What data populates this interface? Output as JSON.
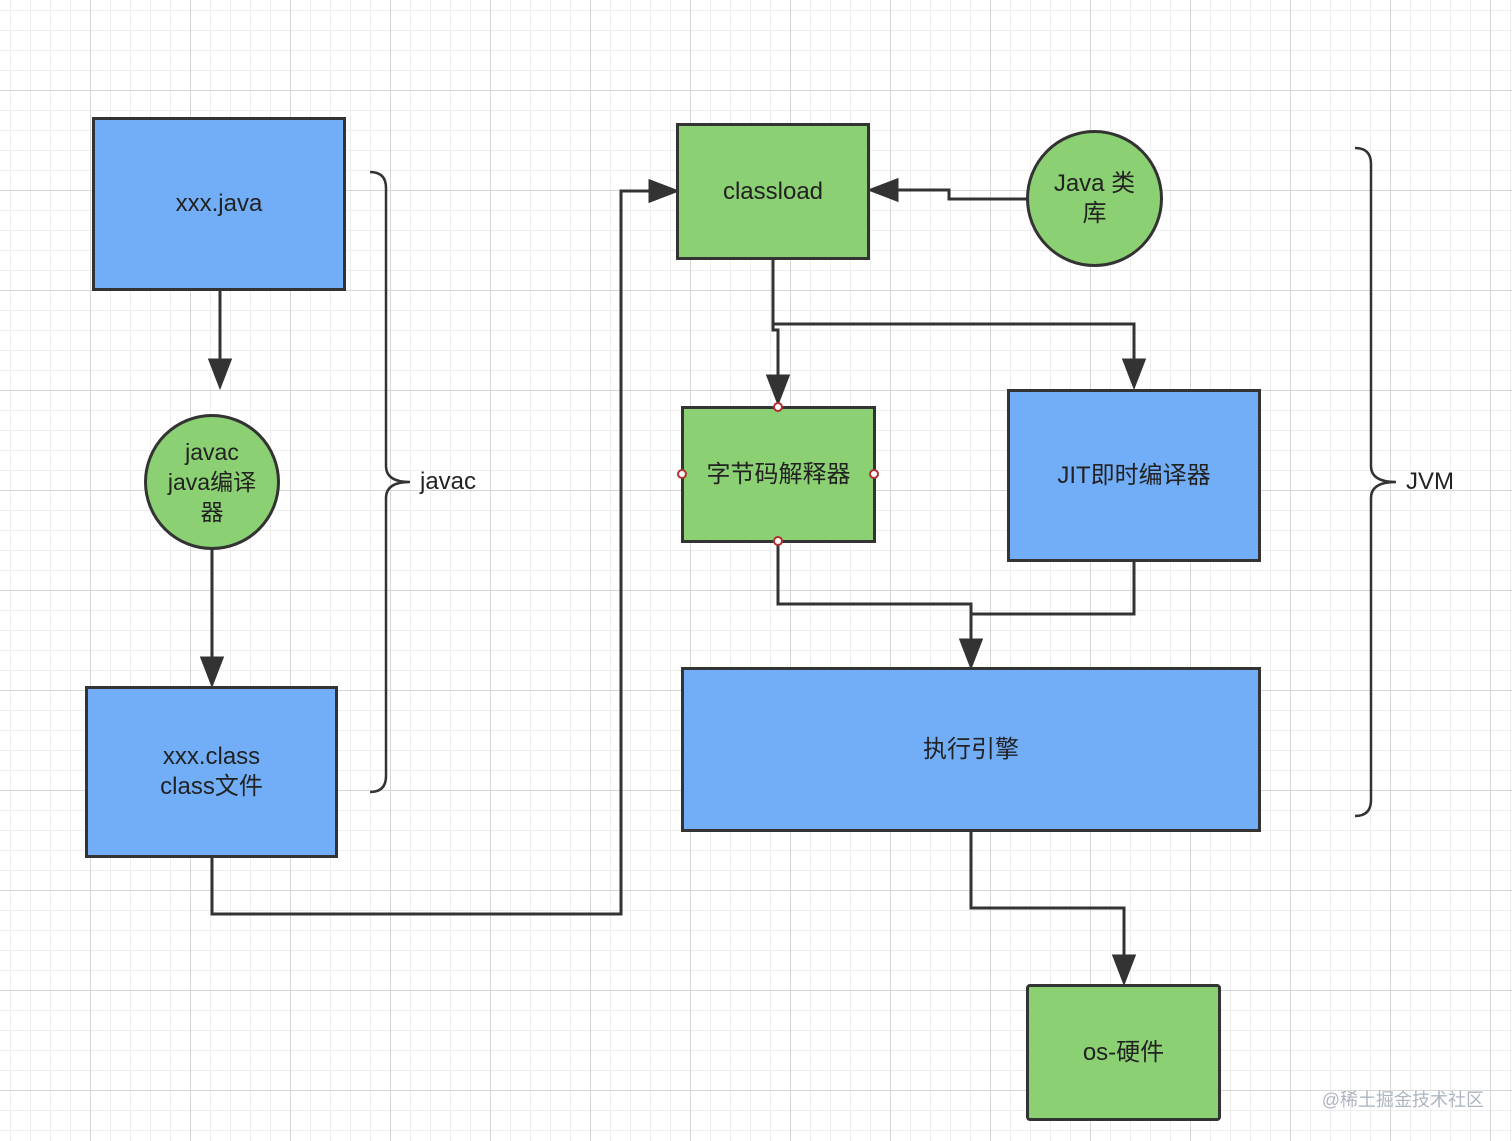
{
  "nodes": {
    "xxx_java": "xxx.java",
    "javac_compiler": "javac\njava编译\n器",
    "xxx_class": "xxx.class\nclass文件",
    "classload": "classload",
    "java_library": "Java 类\n库",
    "bytecode_interpreter": "字节码解释器",
    "jit_compiler": "JIT即时编译器",
    "execution_engine": "执行引擎",
    "os_hardware": "os-硬件"
  },
  "braces": {
    "javac_label": "javac",
    "jvm_label": "JVM"
  },
  "watermark": "@稀土掘金技术社区",
  "colors": {
    "box_blue": "#72aef8",
    "box_green": "#8bd073",
    "line": "#333333"
  }
}
